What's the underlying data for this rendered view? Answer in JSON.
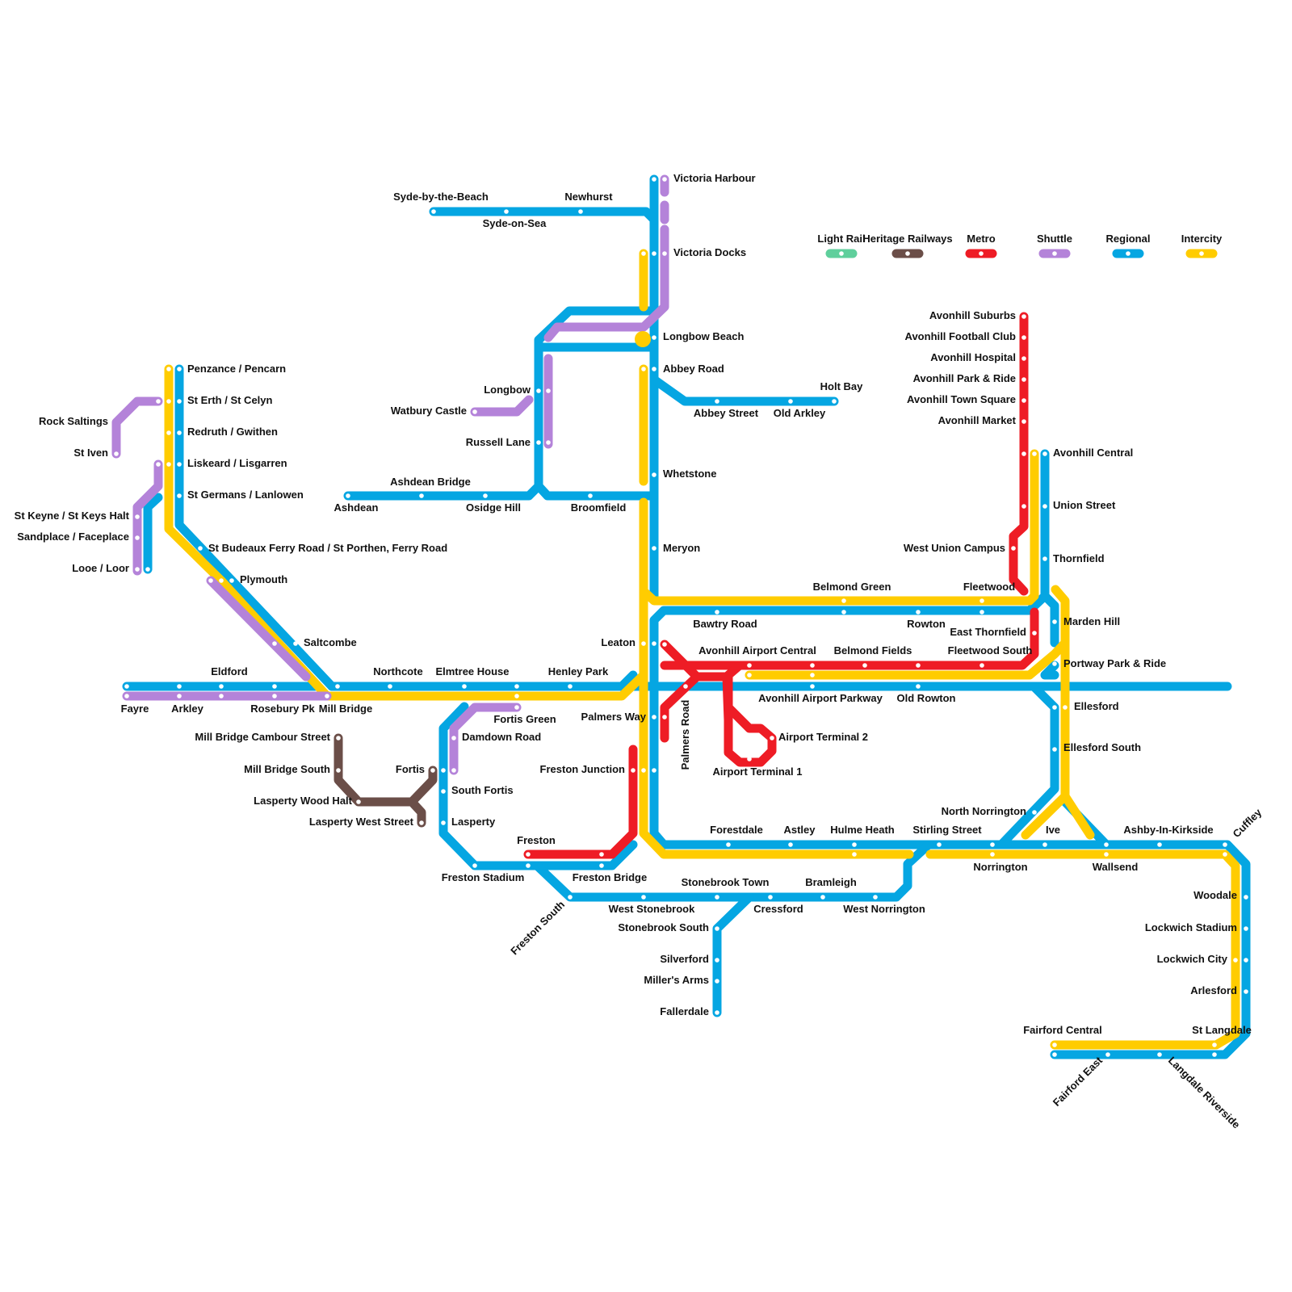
{
  "legend": [
    {
      "id": "light",
      "label": "Light Rail",
      "color": "#5fcf9c"
    },
    {
      "id": "heritage",
      "label": "Heritage Railways",
      "color": "#6b4e48"
    },
    {
      "id": "metro",
      "label": "Metro",
      "color": "#ee1c25"
    },
    {
      "id": "shuttle",
      "label": "Shuttle",
      "color": "#b483d9"
    },
    {
      "id": "regional",
      "label": "Regional",
      "color": "#05a6e2"
    },
    {
      "id": "intercity",
      "label": "Intercity",
      "color": "#ffcc00"
    }
  ],
  "stations": [
    "Victoria Harbour",
    "Victoria Docks",
    "Syde-by-the-Beach",
    "Newhurst",
    "Syde-on-Sea",
    "Longbow Beach",
    "Abbey Road",
    "Holt Bay",
    "Abbey Street",
    "Old Arkley",
    "Penzance / Pencarn",
    "St Erth / St Celyn",
    "Redruth / Gwithen",
    "Liskeard / Lisgarren",
    "St Germans / Lanlowen",
    "Rock Saltings",
    "St Iven",
    "St Keyne / St Keys Halt",
    "Sandplace / Faceplace",
    "Looe / Loor",
    "St Budeaux Ferry Road / St Porthen, Ferry Road",
    "Plymouth",
    "Saltcombe",
    "Longbow",
    "Watbury Castle",
    "Russell Lane",
    "Ashdean Bridge",
    "Ashdean",
    "Osidge Hill",
    "Broomfield",
    "Whetstone",
    "Meryon",
    "Avonhill Suburbs",
    "Avonhill Football Club",
    "Avonhill Hospital",
    "Avonhill Park & Ride",
    "Avonhill Town Square",
    "Avonhill Market",
    "Avonhill Central",
    "Union Street",
    "Thornfield",
    "West Union Campus",
    "Belmond Green",
    "Fleetwood",
    "Bawtry Road",
    "Rowton",
    "Marden Hill",
    "East Thornfield",
    "Leaton",
    "Avonhill Airport Central",
    "Belmond Fields",
    "Fleetwood South",
    "Portway Park & Ride",
    "Eldford",
    "Northcote",
    "Elmtree House",
    "Henley Park",
    "Fayre",
    "Arkley",
    "Rosebury Pk",
    "Mill Bridge",
    "Avonhill Airport Parkway",
    "Old Rowton",
    "Ellesford",
    "Fortis Green",
    "Palmers Way",
    "Palmers Road",
    "Mill Bridge Cambour Street",
    "Damdown Road",
    "Airport Terminal 2",
    "Ellesford South",
    "Mill Bridge South",
    "Fortis",
    "Freston Junction",
    "Airport Terminal 1",
    "South Fortis",
    "Lasperty Wood Halt",
    "Lasperty West Street",
    "Lasperty",
    "North Norrington",
    "Forestdale",
    "Astley",
    "Hulme Heath",
    "Stirling Street",
    "Ive",
    "Ashby-In-Kirkside",
    "Cuffley",
    "Freston",
    "Norrington",
    "Wallsend",
    "Freston Stadium",
    "Freston Bridge",
    "Stonebrook Town",
    "Bramleigh",
    "West Stonebrook",
    "Cressford",
    "West Norrington",
    "Freston South",
    "Woodale",
    "Stonebrook South",
    "Lockwich Stadium",
    "Silverford",
    "Lockwich City",
    "Miller's Arms",
    "Arlesford",
    "Fallerdale",
    "Fairford Central",
    "St Langdale",
    "Fairford East",
    "Langdale Riverside"
  ]
}
